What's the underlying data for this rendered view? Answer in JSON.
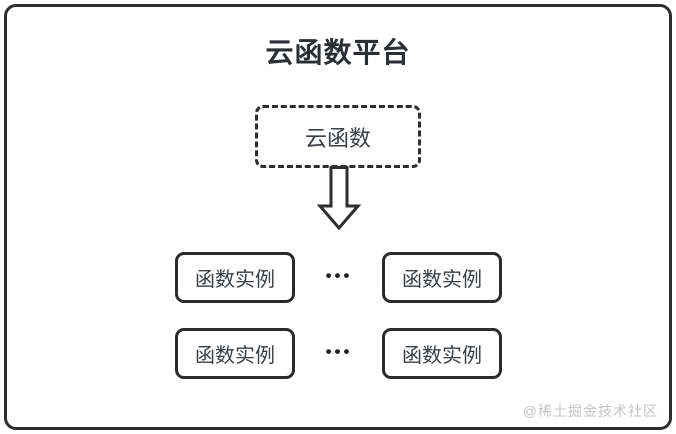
{
  "colors": {
    "frame_border": "#2e2e2e",
    "box_border": "#2b2b2b",
    "title_text": "#2b2f33",
    "body_text": "#3a3f44",
    "watermark_text": "#c5c5c5",
    "background": "#ffffff"
  },
  "diagram": {
    "title": "云函数平台",
    "cloud_function": {
      "label": "云函数"
    },
    "arrow": {
      "icon": "down-arrow-outline-icon"
    },
    "rows": [
      {
        "left_label": "函数实例",
        "dots": "•••",
        "right_label": "函数实例"
      },
      {
        "left_label": "函数实例",
        "dots": "•••",
        "right_label": "函数实例"
      }
    ],
    "watermark": "@稀土掘金技术社区"
  }
}
